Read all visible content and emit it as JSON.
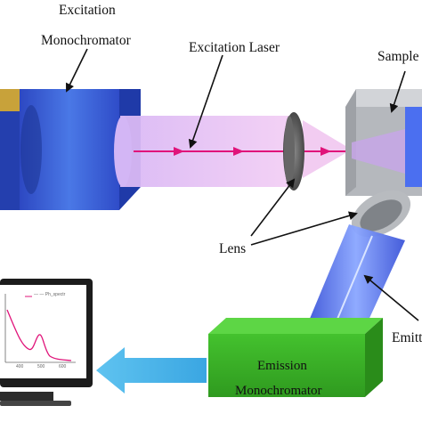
{
  "labels": {
    "excitation_line1": "Excitation",
    "excitation_line2": "Monochromator",
    "excitation_laser": "Excitation Laser",
    "sample": "Sample",
    "lens": "Lens",
    "emission_line1": "Emission",
    "emission_line2": "Monochromator",
    "emitted": "Emitt"
  },
  "monitor_plot": {
    "legend_text": "— — Ph_spectr",
    "tick_labels": [
      "400",
      "500",
      "600"
    ]
  },
  "colors": {
    "excitation_box": "#3a5bd6",
    "laser_beam": "#e8a8f0",
    "laser_line": "#e0147a",
    "emission_box": "#3fb52a",
    "arrow": "#4fb3e8",
    "sample_cube": "#b5b8bd"
  }
}
